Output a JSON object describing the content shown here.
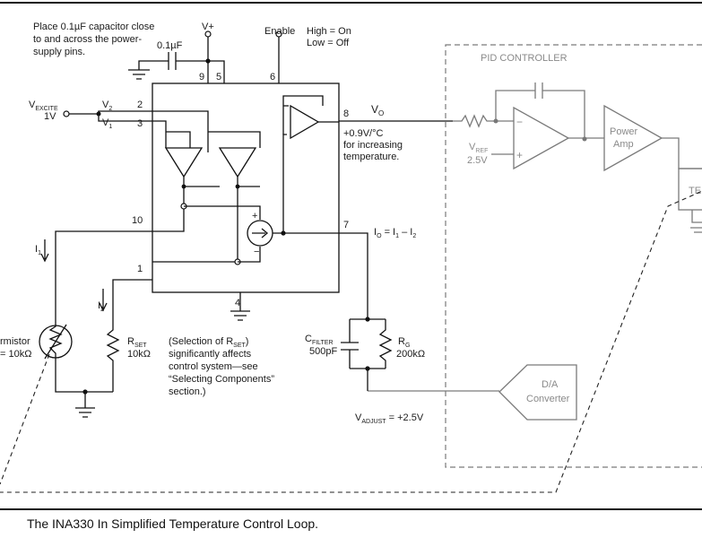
{
  "note": [
    "Place 0.1µF capacitor close",
    "to and across the power-",
    "supply pins."
  ],
  "cap_supply": "0.1µF",
  "vplus": "V+",
  "enable": {
    "label": "Enable",
    "high": "High = On",
    "low": "Low = Off"
  },
  "pins": {
    "p9": "9",
    "p5": "5",
    "p6": "6",
    "p2": "2",
    "p3": "3",
    "p8": "8",
    "p10": "10",
    "p7": "7",
    "p1": "1",
    "p4": "4"
  },
  "vexcite": {
    "main": "V",
    "sub": "EXCITE",
    "value": "1V"
  },
  "v2": {
    "main": "V",
    "sub": "2"
  },
  "v1": {
    "main": "V",
    "sub": "1"
  },
  "vo": {
    "main": "V",
    "sub": "O"
  },
  "vo_desc": [
    "+0.9V/°C",
    "for increasing",
    "temperature."
  ],
  "io": {
    "main": "I",
    "sub": "O",
    "rest": " = I",
    "s1": "1",
    "mid": " – I",
    "s2": "2"
  },
  "i1": {
    "main": "I",
    "sub": "1"
  },
  "i2": {
    "main": "I",
    "sub": "2"
  },
  "thermistor": [
    "rmistor",
    "= 10kΩ"
  ],
  "rset": {
    "main": "R",
    "sub": "SET",
    "value": "10kΩ"
  },
  "rset_note": {
    "l1a": "(Selection of R",
    "l1sub": "SET",
    "l2": "significantly affects",
    "l3": "control system—see",
    "l4": "“Selecting Components”",
    "l5": "section.)"
  },
  "cfilter": {
    "main": "C",
    "sub": "FILTER",
    "value": "500pF"
  },
  "rg": {
    "main": "R",
    "sub": "G",
    "value": "200kΩ"
  },
  "vadjust": {
    "main": "V",
    "sub": "ADJUST",
    "value": " = +2.5V"
  },
  "pid": {
    "title": "PID CONTROLLER",
    "vref_main": "V",
    "vref_sub": "REF",
    "vref_value": "2.5V",
    "power_amp": [
      "Power",
      "Amp"
    ],
    "tec": "TE"
  },
  "dac": [
    "D/A",
    "Converter"
  ],
  "caption": "The INA330 In Simplified Temperature Control Loop."
}
